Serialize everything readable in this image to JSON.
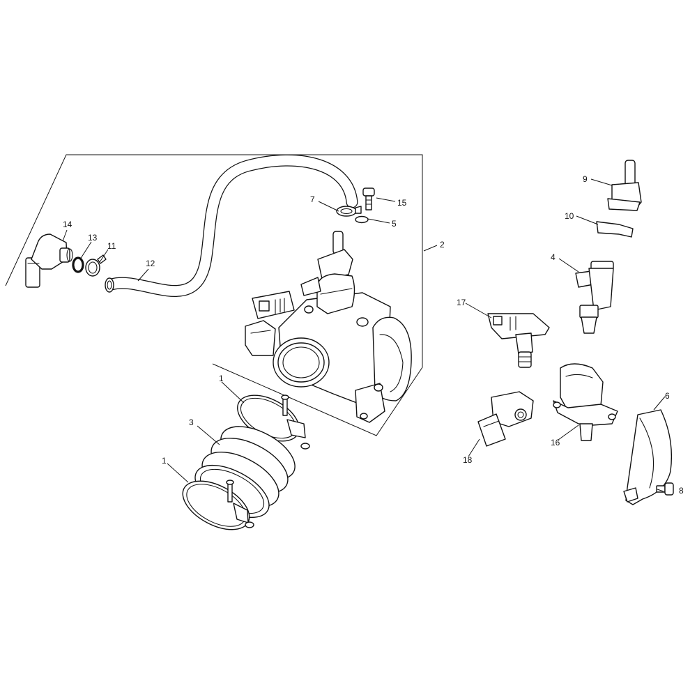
{
  "diagram": {
    "callouts": {
      "c1a": "1",
      "c1b": "1",
      "c2": "2",
      "c3": "3",
      "c4": "4",
      "c5": "5",
      "c6": "6",
      "c7": "7",
      "c8": "8",
      "c9": "9",
      "c10": "10",
      "c11": "11",
      "c12": "12",
      "c13": "13",
      "c14": "14",
      "c15": "15",
      "c16": "16",
      "c17": "17",
      "c18": "18"
    }
  }
}
